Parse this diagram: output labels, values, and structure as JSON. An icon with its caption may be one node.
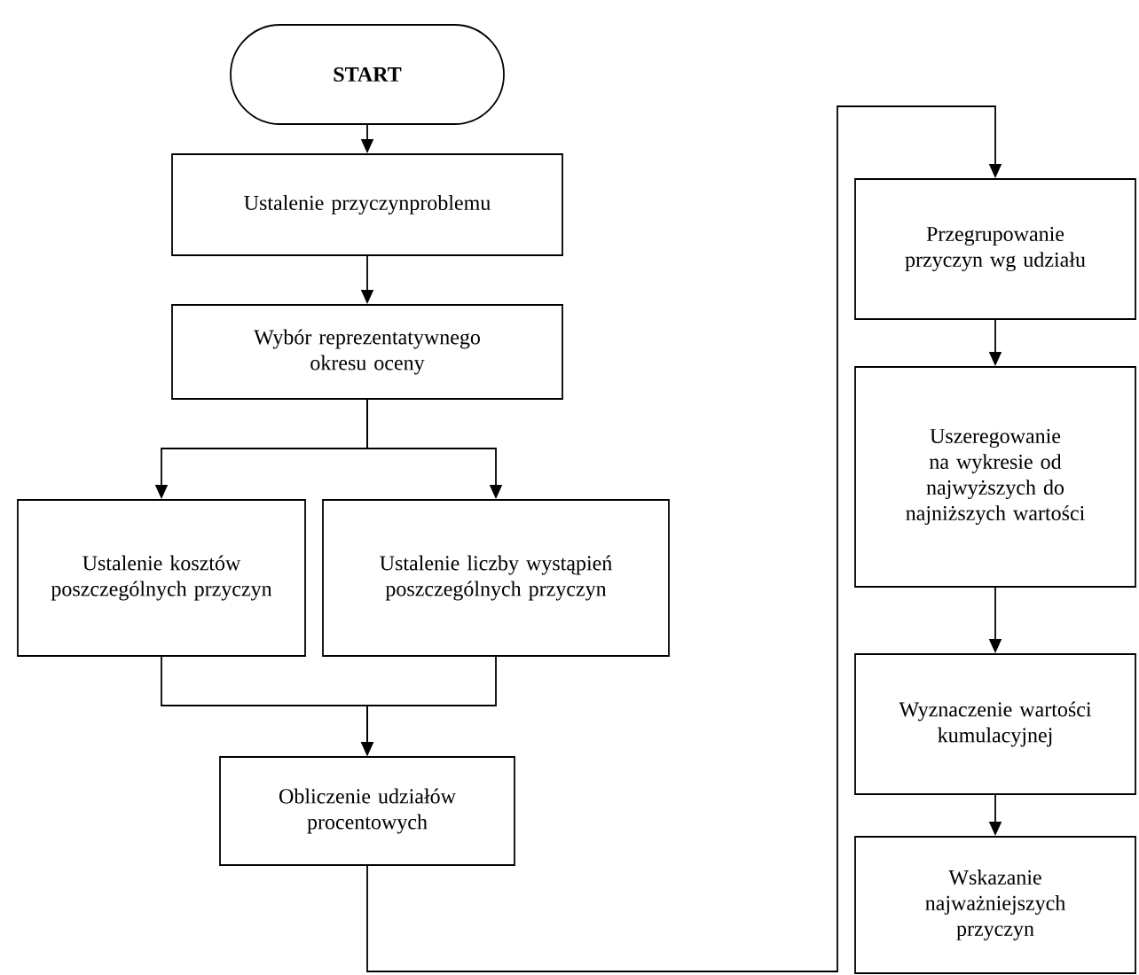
{
  "diagram": {
    "nodes": [
      {
        "text": [
          "START"
        ]
      },
      {
        "text": [
          "Ustalenie przyczynproblemu"
        ]
      },
      {
        "text": [
          "Wybór reprezentatywnego okresu oceny"
        ]
      },
      {
        "text": [
          "Ustalenie kosztów poszczególnych przyczyn"
        ]
      },
      {
        "text": [
          "Ustalenie liczby wystąpień poszczególnych przyczyn"
        ]
      },
      {
        "text": [
          "Obliczenie udziałów procentowych"
        ]
      },
      {
        "text": [
          "Przegrupowanie przyczyn wg udziału"
        ]
      },
      {
        "text": [
          "Uszeregowanie na wykresie od najwyższych do najniższych wartości"
        ]
      },
      {
        "text": [
          "Wyznaczenie wartości kumulacyjnej"
        ]
      },
      {
        "text": [
          "Wskazanie najważniejszych przyczyn"
        ]
      }
    ],
    "edges": [
      {
        "from": 0,
        "to": 1,
        "arrow": "to"
      },
      {
        "from": 1,
        "to": 2,
        "arrow": "to"
      },
      {
        "from": 2,
        "to": 3,
        "arrow": "to"
      },
      {
        "from": 2,
        "to": 4,
        "arrow": "to"
      },
      {
        "from": 3,
        "to": 5,
        "arrow": "to"
      },
      {
        "from": 4,
        "to": 5,
        "arrow": "to"
      },
      {
        "from": 5,
        "to": 6,
        "arrow": "to"
      },
      {
        "from": 6,
        "to": 7,
        "arrow": "to"
      },
      {
        "from": 7,
        "to": 8,
        "arrow": "to"
      },
      {
        "from": 8,
        "to": 9,
        "arrow": "to"
      }
    ]
  }
}
